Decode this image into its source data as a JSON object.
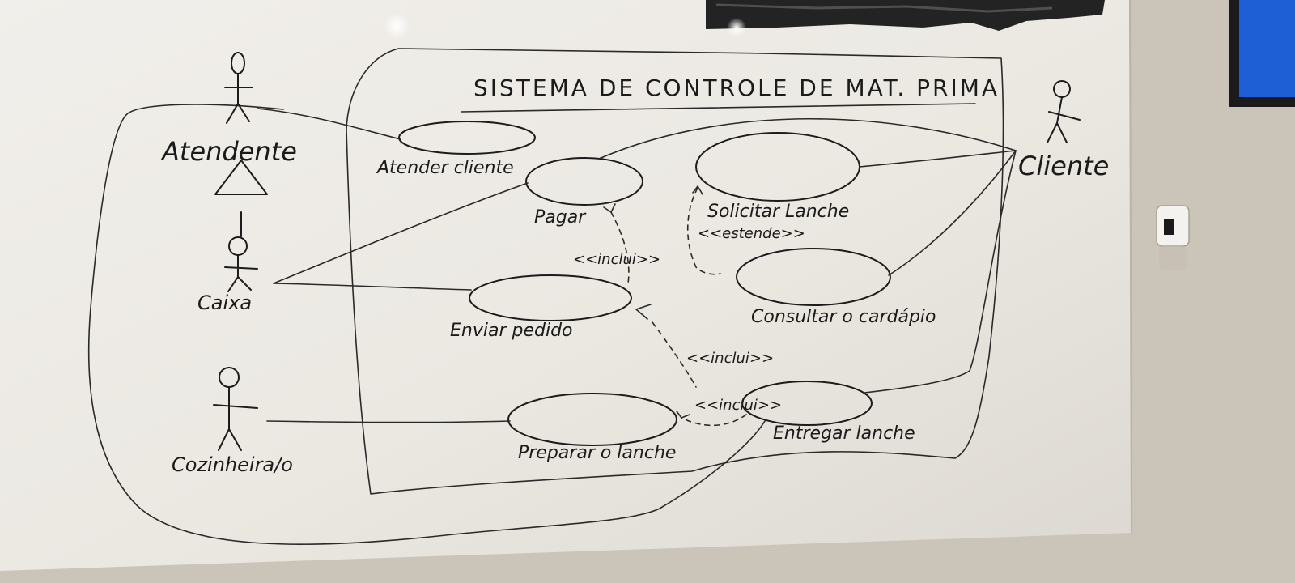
{
  "system_title": "SISTEMA DE CONTROLE DE MAT. PRIMA",
  "actors": {
    "atendente": "Atendente",
    "caixa": "Caixa",
    "cozinheira": "Cozinheira/o",
    "cliente": "Cliente"
  },
  "use_cases": {
    "atender_cliente": "Atender cliente",
    "pagar": "Pagar",
    "solicitar_lanche": "Solicitar Lanche",
    "enviar_pedido": "Enviar pedido",
    "consultar_cardapio": "Consultar o cardápio",
    "preparar_lanche": "Preparar o lanche",
    "entregar_lanche": "Entregar lanche"
  },
  "relations": {
    "inclui_1": "<<inclui>>",
    "estende": "<<estende>>",
    "inclui_2": "<<inclui>>",
    "inclui_3": "<<inclui>>"
  },
  "colors": {
    "whiteboard": "#ece9e3",
    "ink": "#1c1c1c",
    "wall": "#cfc8bd",
    "monitor_screen": "#1f5fd6"
  }
}
